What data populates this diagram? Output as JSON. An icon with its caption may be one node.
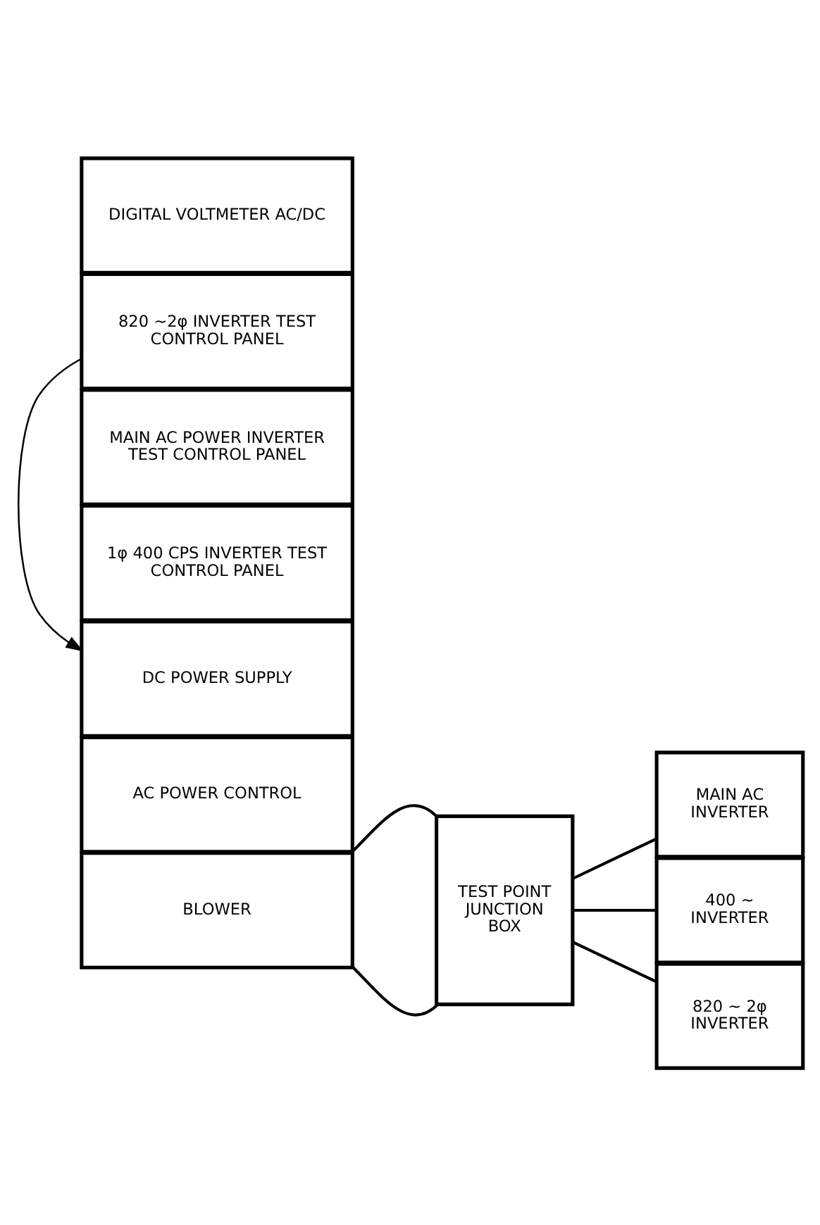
{
  "diagram": {
    "nodes": [
      {
        "text": [
          "DIGITAL VOLTMETER AC/DC"
        ]
      },
      {
        "text": [
          "820 ~2φ INVERTER TEST CONTROL PANEL"
        ]
      },
      {
        "text": [
          "MAIN AC POWER INVERTER TEST CONTROL PANEL"
        ]
      },
      {
        "text": [
          "1φ 400 CPS INVERTER TEST CONTROL PANEL"
        ]
      },
      {
        "text": [
          "DC POWER SUPPLY"
        ]
      },
      {
        "text": [
          "AC POWER CONTROL"
        ]
      },
      {
        "text": [
          "BLOWER"
        ]
      },
      {
        "text": [
          "TEST POINT JUNCTION BOX"
        ]
      },
      {
        "text": [
          "MAIN AC INVERTER"
        ]
      },
      {
        "text": [
          "400 ~ INVERTER"
        ]
      },
      {
        "text": [
          "820 ~ 2φ INVERTER"
        ]
      }
    ],
    "edges": [
      {
        "from": 1,
        "to": 4,
        "arrow": "to"
      },
      {
        "from": 6,
        "to": 7,
        "arrow": "none"
      },
      {
        "from": 6,
        "to": 7,
        "arrow": "none"
      },
      {
        "from": 7,
        "to": 8,
        "arrow": "none"
      },
      {
        "from": 7,
        "to": 9,
        "arrow": "none"
      },
      {
        "from": 7,
        "to": 10,
        "arrow": "none"
      }
    ]
  }
}
